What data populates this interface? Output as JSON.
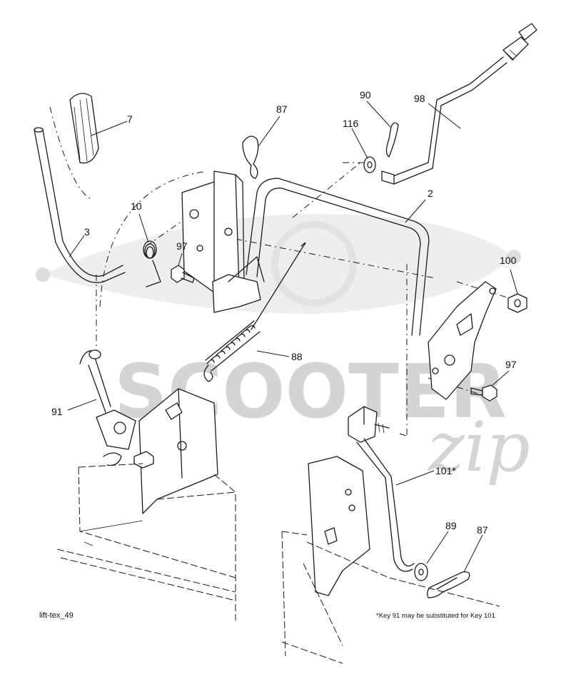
{
  "diagram": {
    "reference_code": "lift-tex_49",
    "footnote": "*Key 91 may be substituted for Key 101",
    "watermark": {
      "line1": "SCOOTER",
      "line2": "zip"
    },
    "callouts": [
      {
        "key": "7",
        "label": "7"
      },
      {
        "key": "3",
        "label": "3"
      },
      {
        "key": "10",
        "label": "10"
      },
      {
        "key": "97a",
        "label": "97"
      },
      {
        "key": "87a",
        "label": "87"
      },
      {
        "key": "90",
        "label": "90"
      },
      {
        "key": "116",
        "label": "116"
      },
      {
        "key": "98",
        "label": "98"
      },
      {
        "key": "2",
        "label": "2"
      },
      {
        "key": "100",
        "label": "100"
      },
      {
        "key": "97b",
        "label": "97"
      },
      {
        "key": "88",
        "label": "88"
      },
      {
        "key": "91",
        "label": "91"
      },
      {
        "key": "101",
        "label": "101*"
      },
      {
        "key": "89",
        "label": "89"
      },
      {
        "key": "87b",
        "label": "87"
      }
    ]
  }
}
